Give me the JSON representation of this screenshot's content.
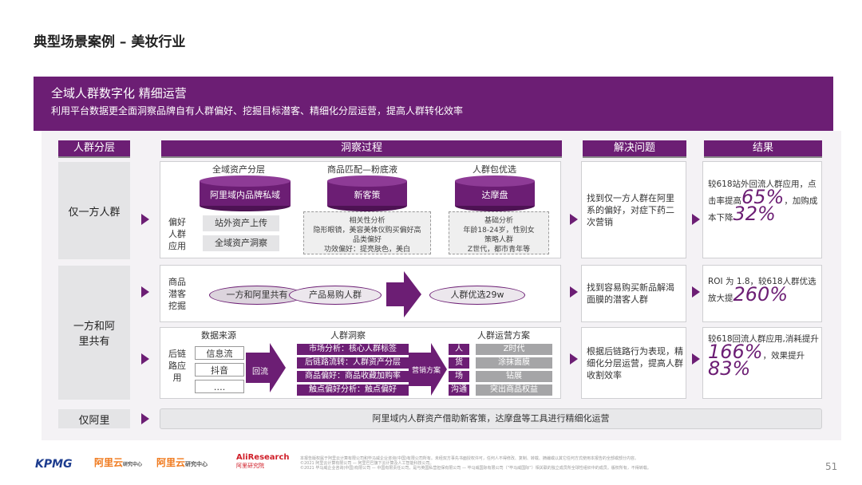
{
  "page_title": "典型场景案例 – 美妆行业",
  "header": {
    "title": "全域人群数字化 精细运营",
    "subtitle": "利用平台数据更全面洞察品牌自有人群偏好、挖掘目标潜客、精细化分层运营，提高人群转化效率"
  },
  "columns": {
    "segment": "人群分层",
    "process": "洞察过程",
    "solution": "解决问题",
    "result": "结果"
  },
  "row1": {
    "label": "仅一方人群",
    "side_label": "偏好人群应用",
    "cyl1_title": "全域资产分层",
    "cyl1_label": "阿里域内品牌私域",
    "btn1": "站外资产上传",
    "btn2": "全域资产洞察",
    "cyl2_title": "商品匹配—粉底液",
    "cyl2_label": "新客策",
    "box2_line1": "相关性分析",
    "box2_line2": "隐形眼镜，美容美体仪购买偏好高",
    "box2_line3": "品类偏好",
    "box2_line4": "功效偏好：提亮肤色，美白",
    "cyl3_title": "人群包优选",
    "cyl3_label": "达摩盘",
    "box3_line1": "基础分析",
    "box3_line2": "年龄18-24岁，性别女",
    "box3_line3": "策略人群",
    "box3_line4": "Z世代，都市青年等",
    "solution": "找到仅一方人群在阿里系的偏好，对症下药二次营销",
    "result_pre": "较618站外回流人群应用，点击率提高",
    "result_big1": "65%",
    "result_mid": "，加购成本下降",
    "result_big2": "32%"
  },
  "row2": {
    "label": "一方和阿里共有",
    "sub1_label": "商品潜客挖掘",
    "ellipse1": "一方和阿里共有",
    "ellipse2": "产品易购人群",
    "ellipse3": "人群优选29w",
    "solution1": "找到容易购买新品解渴面膜的潜客人群",
    "result1_pre": "ROI 为 1.8，较618人群优选放大提",
    "result1_big": "260%",
    "sub2_label": "后链路应用",
    "ds_title": "数据来源",
    "ds_items": [
      "信息流",
      "抖音",
      "…."
    ],
    "arrow_label": "回流",
    "insight_title": "人群洞察",
    "insight_items": [
      "市场分析：核心人群标签",
      "后链路流转：人群资产分层",
      "商品偏好：商品收藏加购率",
      "触点偏好分析：触点偏好"
    ],
    "mid_label": "营销方案",
    "plan_title": "人群运营方案",
    "plan_left": [
      "人",
      "货",
      "场",
      "沟通"
    ],
    "plan_right": [
      "Z时代",
      "涂抹面膜",
      "钻展",
      "突出商品权益"
    ],
    "solution2": "根据后链路行为表现，精细化分层运营，提高人群收割效率",
    "result2_pre": "较618回流人群应用,消耗提升",
    "result2_big1": "166%",
    "result2_mid": "，效果提升",
    "result2_big2": "83%"
  },
  "row3": {
    "label": "仅阿里",
    "text": "阿里域内人群资产借助新客策，达摩盘等工具进行精细化运营"
  },
  "footer": {
    "logo_kpmg": "KPMG",
    "logo_aliyun1": "阿里云",
    "logo_aliyun1_sub": "研究中心",
    "logo_aliyun2": "阿里云",
    "logo_aliyun2_sub": "研究中心",
    "logo_ali_research": "AliResearch",
    "logo_ali_research_sub": "阿里研究院",
    "disclaimer1": "本报告版权属于阿里云计算有限公司和毕马威企业咨询(中国)有限公司所有。未经双方事先书面授权许可，任何人不得修改、复制、转载、摘编或以其它任何方式使用本报告的全部或部分内容。",
    "disclaimer2": "©2021 阿里云计算有限公司 — 阿里巴巴旗下云计算及人工智能科技公司。",
    "disclaimer3": "©2021 毕马威企业咨询(中国)有限公司 — 中国有限责任公司，是与英国私营担保有限公司 — 毕马威国际有限公司（“毕马威国际”）相关联的独立成员所全球性组织中的成员。版权所有，不得转载。",
    "page_number": "51"
  },
  "colors": {
    "accent": "#6c1e74",
    "panel": "#f4f2f5",
    "label_bg": "#e4e4e6"
  }
}
